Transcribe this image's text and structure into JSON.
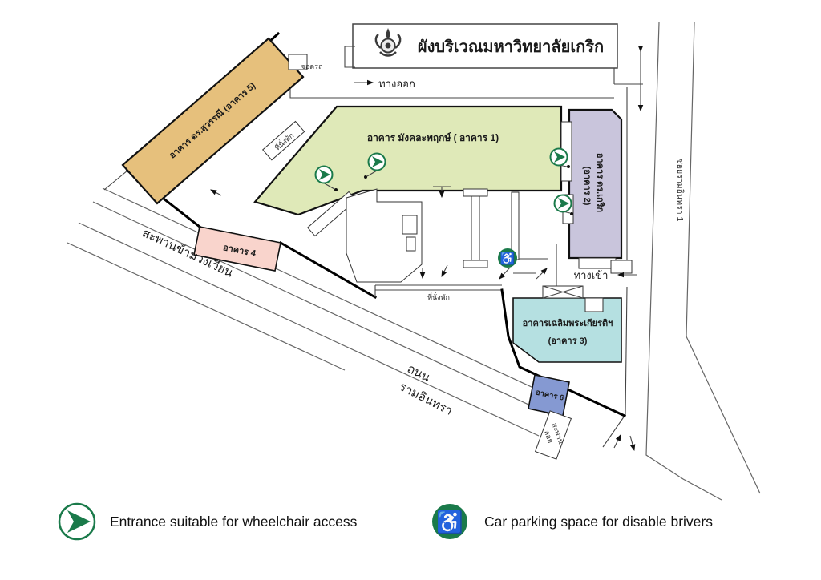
{
  "title": "ผังบริเวณมหาวิทยาลัยเกริก",
  "colors": {
    "accent_green": "#1a7a4a",
    "building_5_fill": "#e6c07c",
    "building_1_fill": "#dfe9b8",
    "building_2_fill": "#c9c5dc",
    "building_4_fill": "#f9d4cc",
    "building_3_fill": "#b5e0e1",
    "building_6_fill": "#8599d2"
  },
  "buildings": [
    {
      "name": "building-5",
      "label": "อาคาร ดร.สุวรรณี (อาคาร 5)",
      "fill": "#e6c07c"
    },
    {
      "name": "building-1",
      "label": "อาคาร มังคละพฤกษ์ ( อาคาร 1)",
      "fill": "#dfe9b8"
    },
    {
      "name": "building-2",
      "label_line1": "อาคาร ดร.เกริก",
      "label_line2": "(อาคาร 2)",
      "fill": "#c9c5dc"
    },
    {
      "name": "building-4",
      "label": "อาคาร  4",
      "fill": "#f9d4cc"
    },
    {
      "name": "building-3",
      "label_line1": "อาคารเฉลิมพระเกียรติฯ",
      "label_line2": "(อาคาร 3)",
      "fill": "#b5e0e1"
    },
    {
      "name": "building-6",
      "label": "อาคาร 6",
      "fill": "#8599d2"
    }
  ],
  "labels": {
    "parking": "จอดรถ",
    "exit": "ทางออก",
    "entrance": "ทางเข้า",
    "rest_area": "ที่นั่งพัก",
    "bridge_road": "สะพานข้ามวงเวียน",
    "road_name_line1": "ถนน",
    "road_name_line2": "รามอินทรา",
    "soi": "ซอยรามอินทรา 1",
    "overpass_line1": "สะพาน",
    "overpass_line2": "ลอย"
  },
  "icons": {
    "wheelchair_glyph": "♿"
  },
  "legend": {
    "items": [
      {
        "icon": "wheelchair-entrance-icon",
        "text": "Entrance suitable for wheelchair access"
      },
      {
        "icon": "disabled-parking-icon",
        "text": "Car parking space for disable brivers"
      }
    ]
  }
}
